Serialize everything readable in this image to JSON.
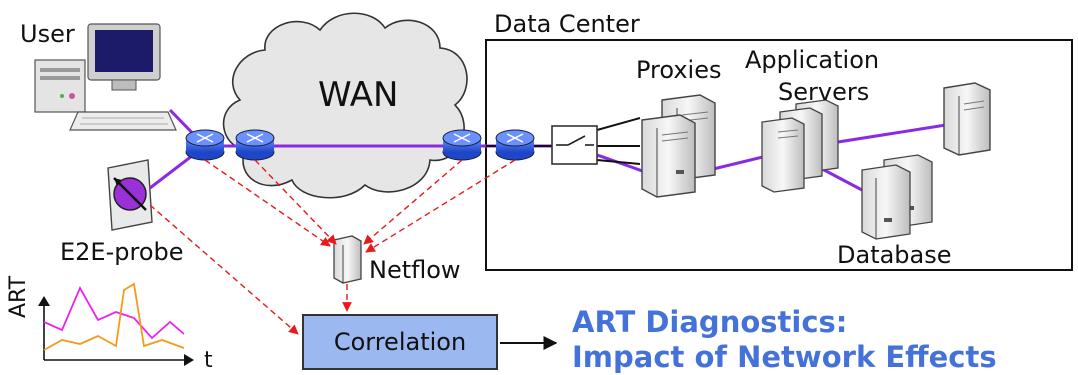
{
  "labels": {
    "user": "User",
    "data_center": "Data Center",
    "wan": "WAN",
    "proxies": "Proxies",
    "app_servers_line1": "Application",
    "app_servers_line2": "Servers",
    "database": "Database",
    "netflow": "Netflow",
    "e2e_probe": "E2E-probe",
    "correlation": "Correlation",
    "axis_y": "ART",
    "axis_x": "t"
  },
  "output_title": {
    "line1": "ART Diagnostics:",
    "line2": "Impact of Network Effects"
  },
  "colors": {
    "path": "#8a2be2",
    "measurement_arrow": "#e8191b",
    "router": "#2f5fe0",
    "cloud": "#e6e6e6",
    "correlation_box": "#9cb8f0",
    "title": "#4472d8",
    "plot_series_1": "#ee22ee",
    "plot_series_2": "#f59a1b"
  },
  "icons": [
    "computer-icon",
    "router-icon",
    "server-icon",
    "switch-icon",
    "probe-icon",
    "cloud-icon"
  ]
}
